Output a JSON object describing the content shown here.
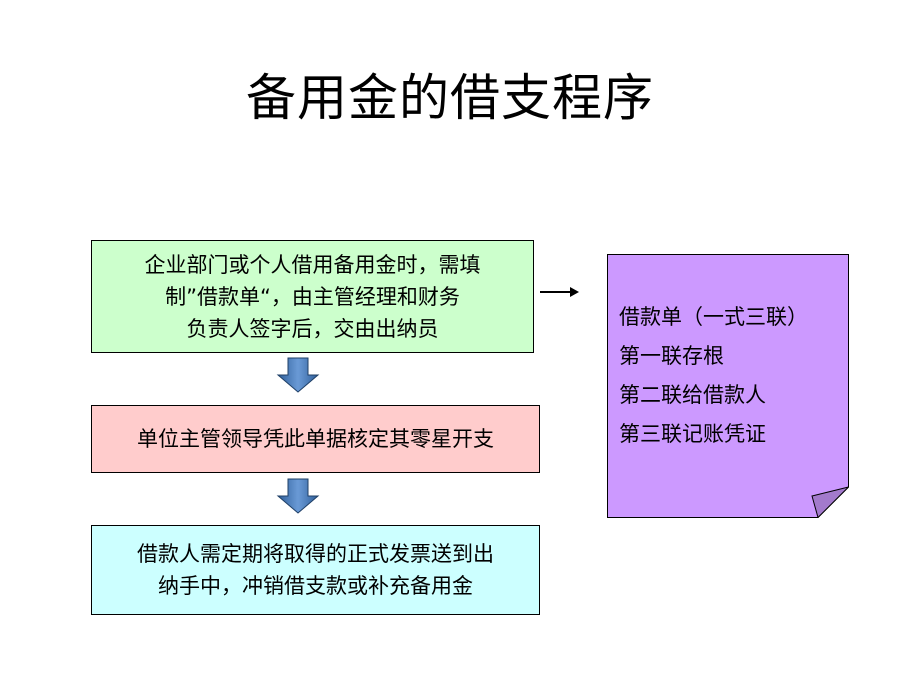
{
  "title": "备用金的借支程序",
  "steps": [
    {
      "lines": [
        "企业部门或个人借用备用金时，需填",
        "制”借款单“，由主管经理和财务",
        "负责人签字后，交由出纳员"
      ],
      "color": "#ccffcc"
    },
    {
      "lines": [
        "单位主管领导凭此单据核定其零星开支"
      ],
      "color": "#ffcccc"
    },
    {
      "lines": [
        "借款人需定期将取得的正式发票送到出",
        "纳手中，冲销借支款或补充备用金"
      ],
      "color": "#ccffff"
    }
  ],
  "note": {
    "lines": [
      "借款单（一式三联）",
      "第一联存根",
      "第二联给借款人",
      "第三联记账凭证"
    ],
    "color": "#cc99ff"
  },
  "arrow_color": "#4a7ebb"
}
